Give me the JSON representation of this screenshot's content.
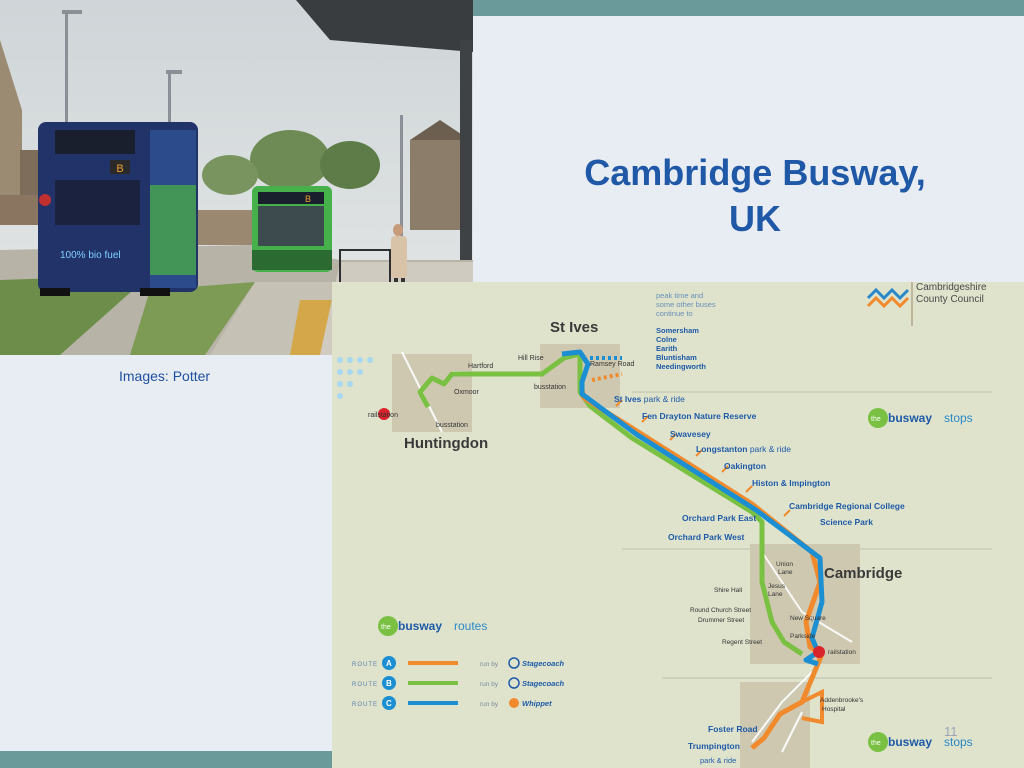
{
  "slide": {
    "title_line1": "Cambridge Busway,",
    "title_line2": "UK",
    "caption": "Images: Potter",
    "page_number": "11"
  },
  "photo": {
    "bus_left_display": "B",
    "bus_left_side_text": "100% bio fuel",
    "bus_right_display": "B"
  },
  "map": {
    "council": {
      "line1": "Cambridgeshire",
      "line2": "County Council"
    },
    "peak_note": [
      "peak time and",
      "some other buses",
      "continue to"
    ],
    "peak_destinations": [
      "Somersham",
      "Colne",
      "Earith",
      "Bluntisham",
      "Needingworth"
    ],
    "towns": {
      "st_ives": "St Ives",
      "huntingdon": "Huntingdon",
      "cambridge": "Cambridge"
    },
    "west_stops": [
      "Hartford",
      "Oxmoor",
      "railstation",
      "busstation"
    ],
    "st_ives_stops": [
      "Hill Rise",
      "Ramsey Road",
      "busstation"
    ],
    "main_stops": [
      {
        "name": "St Ives",
        "suffix": " park & ride"
      },
      {
        "name": "Fen Drayton Nature Reserve",
        "suffix": ""
      },
      {
        "name": "Swavesey",
        "suffix": ""
      },
      {
        "name": "Longstanton",
        "suffix": " park & ride"
      },
      {
        "name": "Oakington",
        "suffix": ""
      },
      {
        "name": "Histon & Impington",
        "suffix": ""
      },
      {
        "name": "Cambridge Regional College",
        "suffix": ""
      },
      {
        "name": "Science Park",
        "suffix": ""
      }
    ],
    "orchard_stops": [
      "Orchard Park East",
      "Orchard Park West"
    ],
    "city_stops": {
      "union_lane_1": "Union",
      "union_lane_2": "Lane",
      "jesus_lane_1": "Jesus",
      "jesus_lane_2": "Lane",
      "shire_hall": "Shire Hall",
      "round_church": "Round Church Street",
      "drummer": "Drummer Street",
      "new_square": "New Square",
      "regent": "Regent Street",
      "parkside": "Parkside",
      "railstation": "railstation"
    },
    "south_stops": {
      "addenbrookes_1": "Addenbrooke's",
      "addenbrookes_2": "Hospital",
      "foster_road": "Foster Road",
      "trumpington": "Trumpington",
      "trumpington_pr": "park & ride"
    },
    "brand": {
      "the": "the",
      "busway": "busway",
      "stops": "stops",
      "routes": "routes"
    },
    "routes": [
      {
        "route_word": "ROUTE",
        "letter": "A",
        "color": "#f08a2c",
        "run_by": "run by",
        "operator": "Stagecoach"
      },
      {
        "route_word": "ROUTE",
        "letter": "B",
        "color": "#7ac143",
        "run_by": "run by",
        "operator": "Stagecoach"
      },
      {
        "route_word": "ROUTE",
        "letter": "C",
        "color": "#1b8fd2",
        "run_by": "run by",
        "operator": "Whippet"
      }
    ],
    "colors": {
      "orange": "#f08a2c",
      "green": "#7ac143",
      "blue": "#1b8fd2",
      "text_blue": "#1d5aa8",
      "railred": "#d9242b"
    }
  }
}
